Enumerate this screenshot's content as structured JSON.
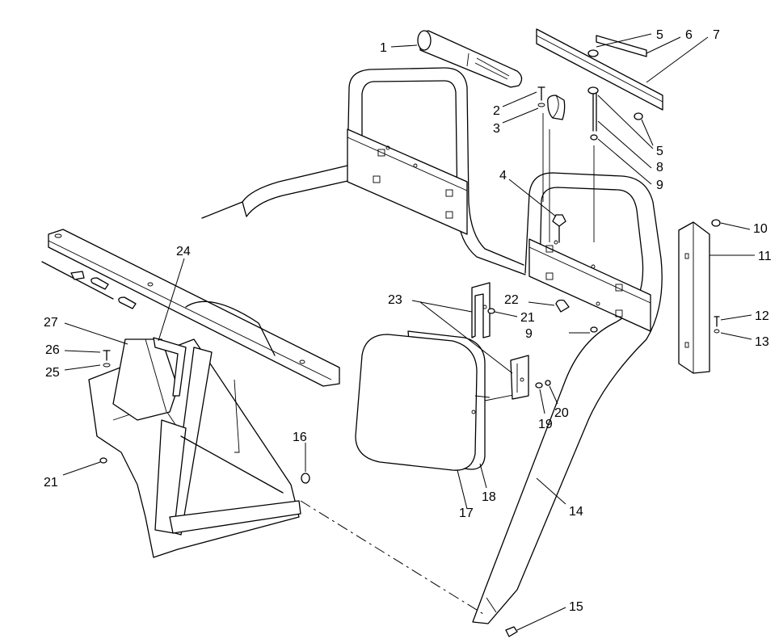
{
  "callouts": {
    "c1": "1",
    "c2": "2",
    "c3": "3",
    "c4": "4",
    "c5a": "5",
    "c5b": "5",
    "c6": "6",
    "c7": "7",
    "c8": "8",
    "c9a": "9",
    "c9b": "9",
    "c10": "10",
    "c11": "11",
    "c12": "12",
    "c13": "13",
    "c14": "14",
    "c15": "15",
    "c16": "16",
    "c17": "17",
    "c18": "18",
    "c19": "19",
    "c20": "20",
    "c21a": "21",
    "c21b": "21",
    "c22": "22",
    "c23": "23",
    "c24": "24",
    "c25": "25",
    "c26": "26",
    "c27": "27"
  }
}
